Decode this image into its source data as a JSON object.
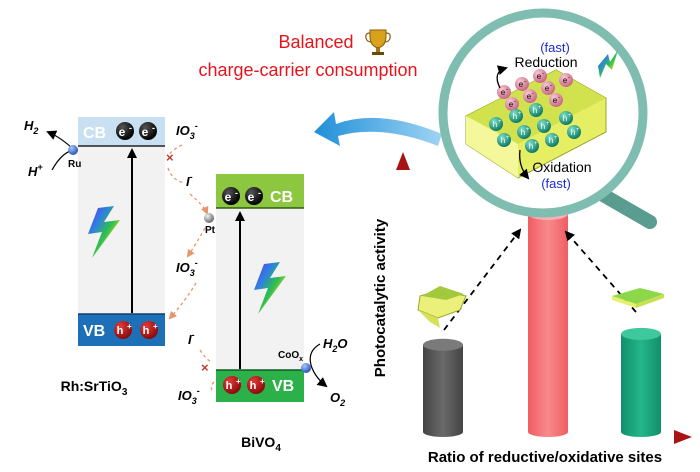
{
  "title": {
    "line1": "Balanced",
    "line2": "charge-carrier consumption",
    "color": "#e8141b"
  },
  "left_photocatalyst": {
    "name": "Rh:SrTiO",
    "name_sub": "3",
    "cb_label": "CB",
    "vb_label": "VB",
    "electron": "e",
    "electron_sup": "-",
    "hole": "h",
    "hole_sup": "+",
    "cocatalyst": "Ru",
    "h2": "H",
    "h2_sub": "2",
    "hplus": "H",
    "hplus_sup": "+",
    "cb_color": "#c9dff2",
    "vb_color": "#1d70b8"
  },
  "right_photocatalyst": {
    "name": "BiVO",
    "name_sub": "4",
    "cb_label": "CB",
    "vb_label": "VB",
    "electron": "e",
    "electron_sup": "-",
    "hole": "h",
    "hole_sup": "+",
    "cocatalyst_pt": "Pt",
    "cocatalyst_coox": "CoO",
    "coox_sub": "x",
    "h2o": "H",
    "h2o_sub": "2",
    "h2o_tail": "O",
    "o2": "O",
    "o2_sub": "2",
    "cb_color": "#8dc63f",
    "vb_color": "#2bb04a"
  },
  "mediator": {
    "io3": "IO",
    "io3_sub": "3",
    "io3_sup": "-",
    "iodide": "I",
    "iodide_sup": "-"
  },
  "magnifier": {
    "reduction": "Reduction",
    "oxidation": "Oxidation",
    "fast": "(fast)",
    "fast_color": "#1a2bd6"
  },
  "bar_chart": {
    "ylabel": "Photocatalytic activity",
    "xlabel": "Ratio of reductive/oxidative sites",
    "values": [
      0.4,
      1.0,
      0.45
    ],
    "colors": [
      "#555555",
      "#f47174",
      "#1aa07a"
    ]
  }
}
